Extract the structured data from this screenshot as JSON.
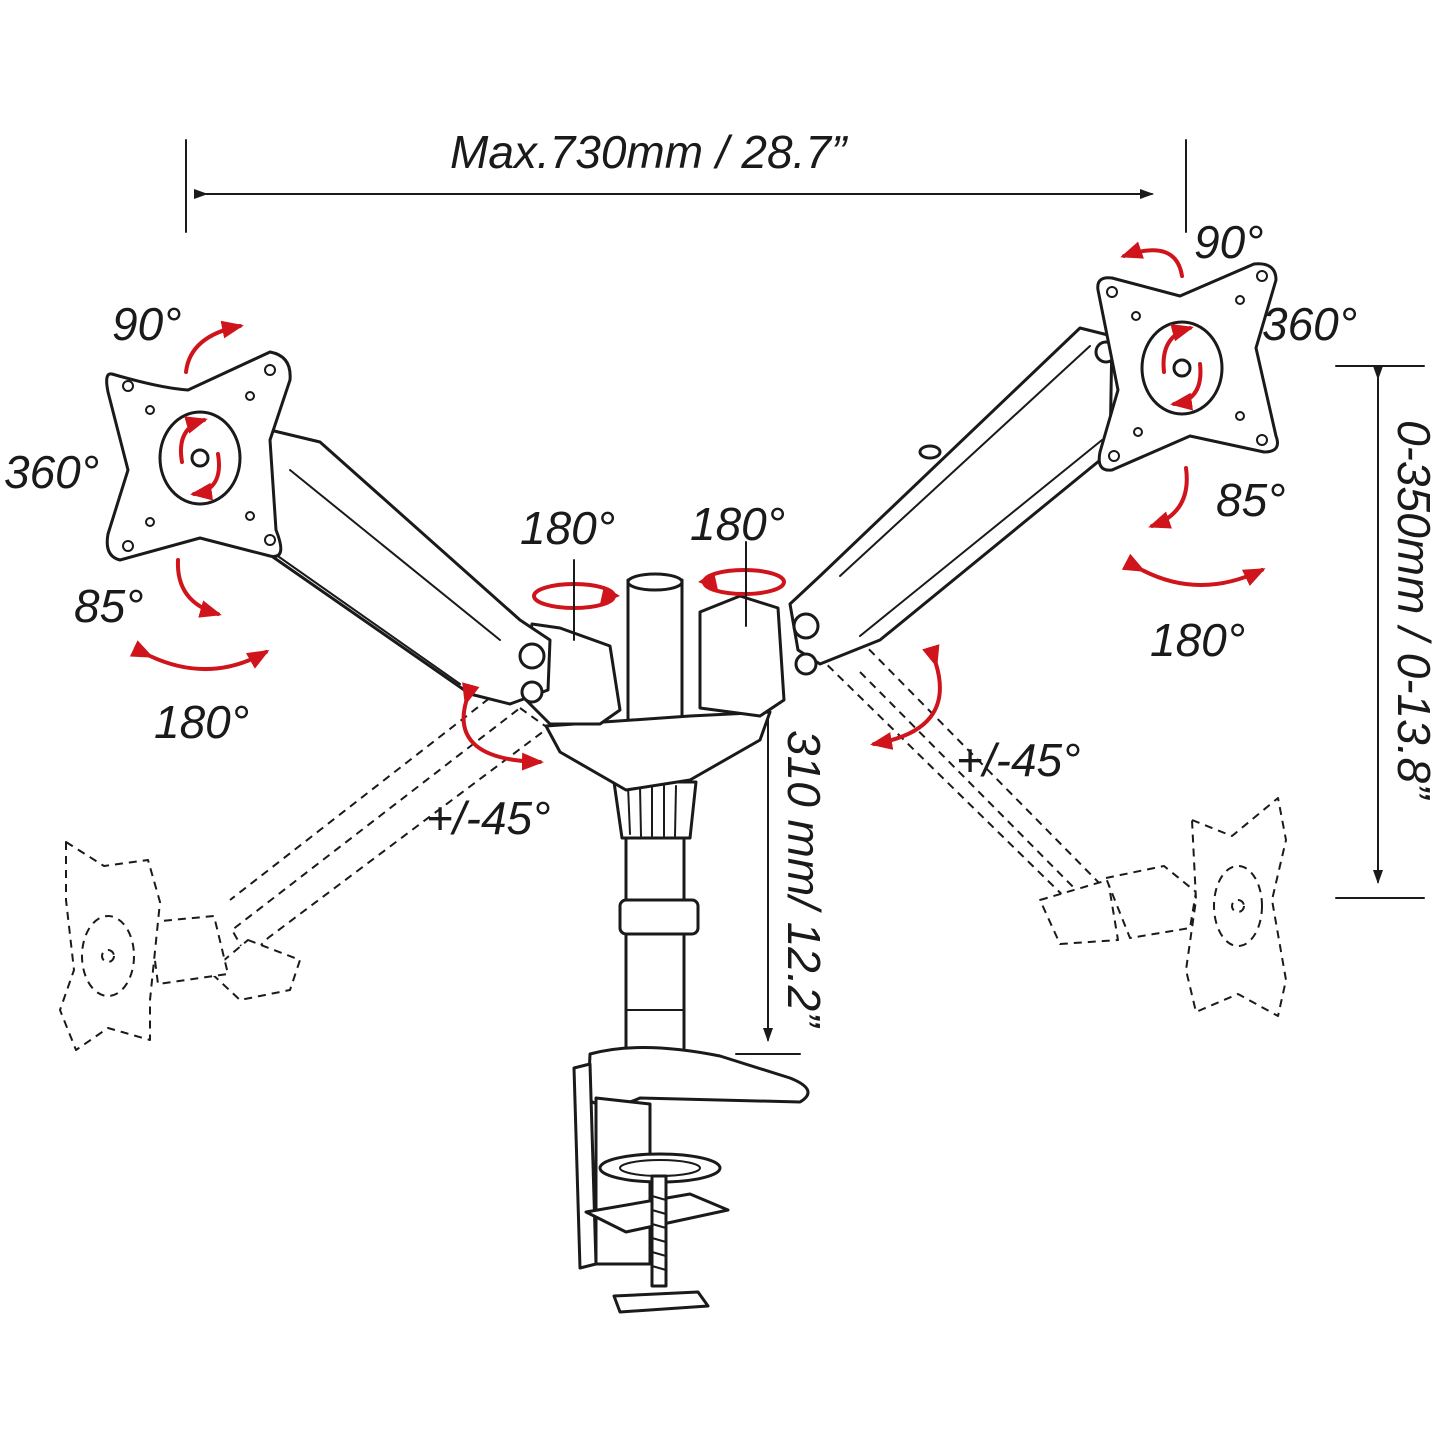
{
  "dimensions": {
    "width_span": "Max.730mm / 28.7”",
    "height_adjust": "0-350mm / 0-13.8”",
    "pole_height": "310 mm/ 12.2”"
  },
  "left_arm": {
    "tilt": "90°",
    "rotate": "360°",
    "tilt_down": "85°",
    "swivel": "180°",
    "joint_swivel": "180°",
    "arm_angle": "+/-45°"
  },
  "right_arm": {
    "tilt": "90°",
    "rotate": "360°",
    "tilt_down": "85°",
    "swivel": "180°",
    "joint_swivel": "180°",
    "arm_angle": "+/-45°"
  },
  "colors": {
    "line": "#1a1a1a",
    "arrow": "#d0141c",
    "background": "#ffffff"
  }
}
